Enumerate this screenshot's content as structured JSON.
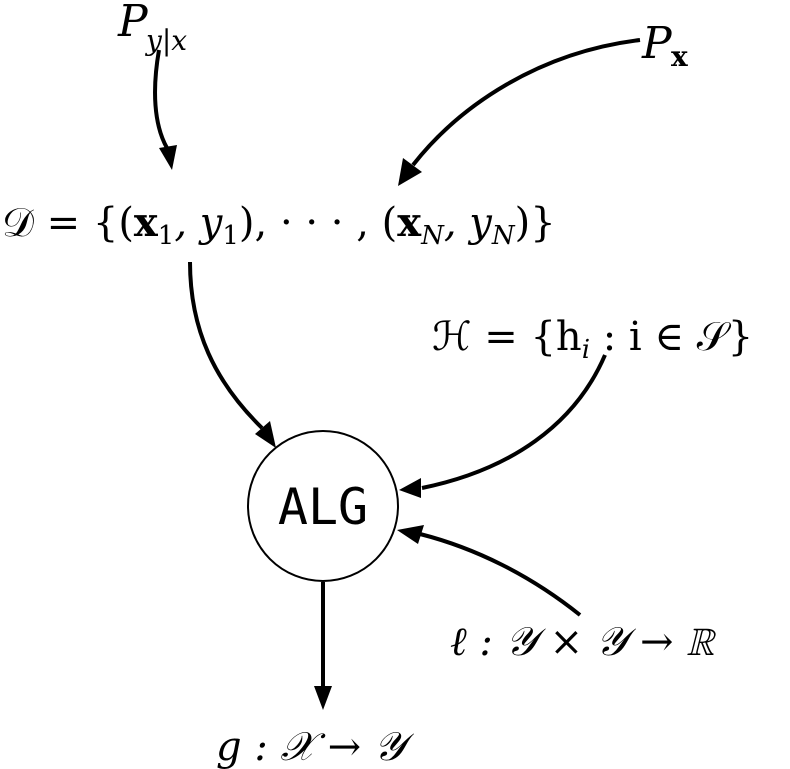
{
  "nodes": {
    "p_y_given_x": {
      "base": "P",
      "sub": "y|x"
    },
    "p_x": {
      "base": "P",
      "sub": "x"
    },
    "dataset": {
      "lhs": "𝒟 = {(",
      "x1": "x",
      "i1": "1",
      "mid1": ", y",
      "j1": "1",
      "mid2": "), · · · , (",
      "xN": "x",
      "iN": "N",
      "mid3": ", y",
      "jN": "N",
      "rhs": ")}"
    },
    "hypothesis": {
      "lhs": "ℋ = {h",
      "sub": "i",
      "rhs": " : i ∈ 𝒮}"
    },
    "alg": {
      "label": "ALG"
    },
    "loss": {
      "text": "ℓ : 𝒴 × 𝒴 → ℝ"
    },
    "output": {
      "text": "g : 𝒳 → 𝒴"
    }
  },
  "colors": {
    "ink": "#000000",
    "background": "#ffffff"
  }
}
